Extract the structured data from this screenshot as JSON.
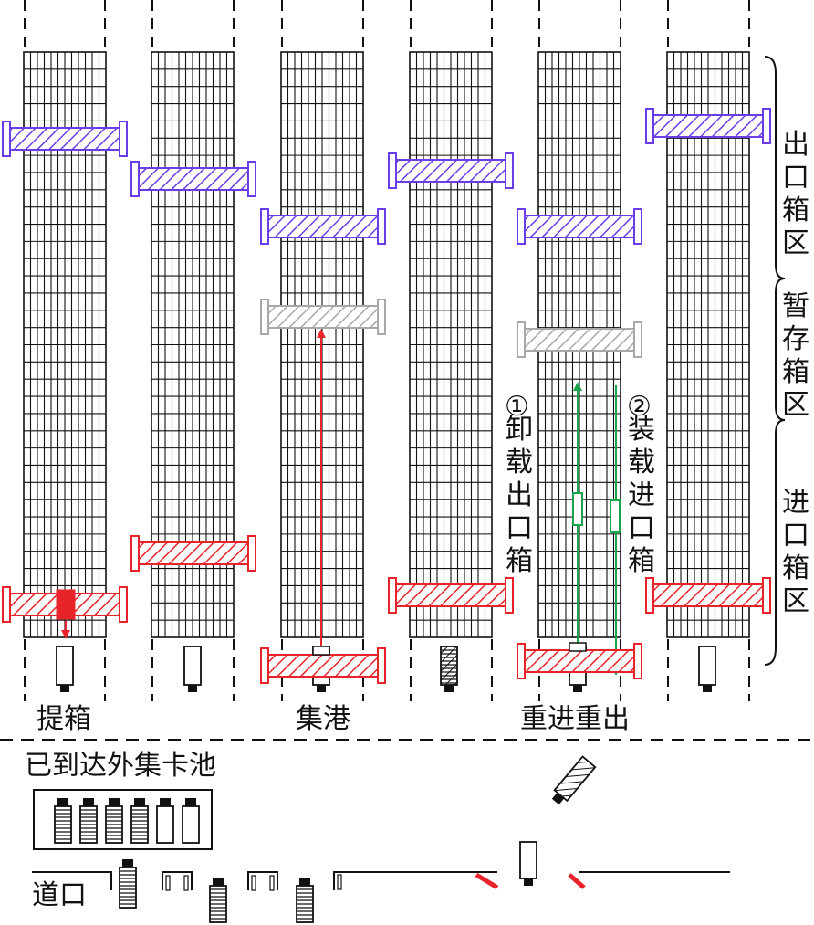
{
  "colors": {
    "grid": "#111111",
    "export_crane": "#6a3de8",
    "import_crane": "#e8232a",
    "temp_crane": "#a8a8a8",
    "unload_path": "#1aa34a",
    "load_path": "#1aa34a",
    "assemble_path": "#e8232a"
  },
  "zones": {
    "export": "出口箱区",
    "temporary": "暂存箱区",
    "import": "进口箱区"
  },
  "ops": {
    "pick": "提箱",
    "assemble": "集港",
    "dual": "重进重出"
  },
  "paths": {
    "unload_num": "①",
    "unload_text": "卸载出口箱",
    "load_num": "②",
    "load_text": "装载进口箱"
  },
  "pool": {
    "title": "已到达外集卡池",
    "full_trucks": 4,
    "empty_trucks": 2
  },
  "gate": {
    "label": "道口"
  }
}
